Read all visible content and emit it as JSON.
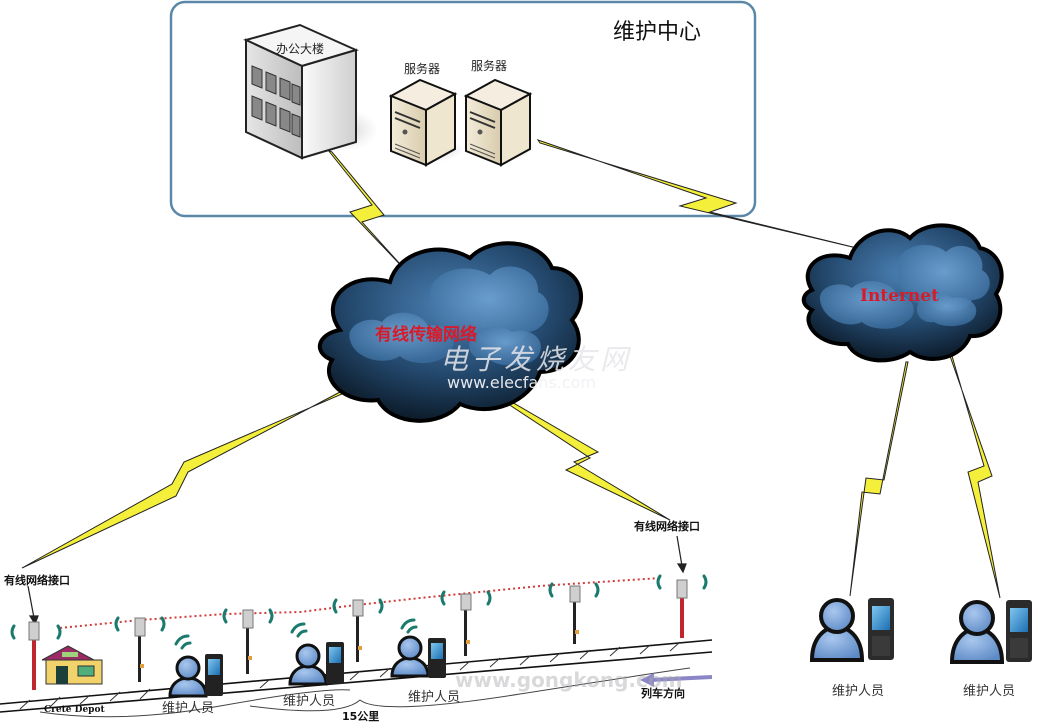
{
  "maintenance_center": {
    "title": "维护中心",
    "office_building_label": "办公大楼",
    "servers": [
      {
        "label": "服务器"
      },
      {
        "label": "服务器"
      }
    ]
  },
  "networks": {
    "wired": {
      "label": "有线传输网络"
    },
    "internet": {
      "label": "Internet"
    }
  },
  "interfaces": [
    {
      "label": "有线网络接口"
    },
    {
      "label": "有线网络接口"
    }
  ],
  "railway": {
    "depot_label": "Crete Depot",
    "distance_label": "15公里",
    "train_direction_label": "列车方向",
    "workers": [
      {
        "label": "维护人员"
      },
      {
        "label": "维护人员"
      },
      {
        "label": "维护人员"
      }
    ]
  },
  "remote_workers": [
    {
      "label": "维护人员"
    },
    {
      "label": "维护人员"
    }
  ],
  "watermarks": {
    "elecfans_cn": "电子发烧友网",
    "elecfans_url": "www.elecfans.com",
    "gongkong_url": "www.gongkong.com"
  },
  "colors": {
    "cloud_dark": "#0d2236",
    "cloud_mid": "#2f5f8c",
    "cloud_light": "#5e92c4",
    "lightning": "#f4ef3a",
    "center_border": "#5b88a8",
    "signal": "#1b7a6e",
    "link_dots": "#d33a3a",
    "person": "#6f9bd3"
  }
}
